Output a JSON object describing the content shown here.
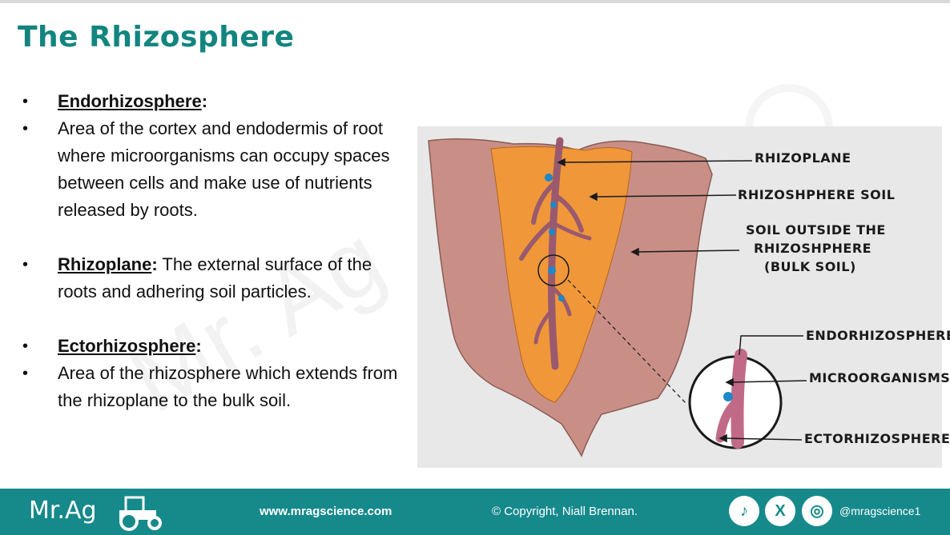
{
  "slide": {
    "title": "The Rhizosphere"
  },
  "bullets": [
    {
      "term": "Endorhizosphere",
      "suffix": ":",
      "text": ""
    },
    {
      "term": "",
      "suffix": "",
      "text": "Area of the cortex and endodermis of root where microorganisms can occupy spaces between cells and make use of nutrients released by roots."
    },
    {
      "term": "Rhizoplane",
      "suffix": ":",
      "text": " The external surface of the roots and adhering soil particles."
    },
    {
      "term": "Ectorhizosphere",
      "suffix": ":",
      "text": ""
    },
    {
      "term": "",
      "suffix": "",
      "text": "Area of the rhizosphere which extends from the rhizoplane to the bulk soil."
    }
  ],
  "figure": {
    "labels": {
      "rhizoplane": "RHIZOPLANE",
      "rhizosphere_soil": "RHIZOSHPHERE SOIL",
      "bulk_line1": "SOIL OUTSIDE THE",
      "bulk_line2": "RHIZOSHPHERE",
      "bulk_line3": "(BULK SOIL)",
      "endorhizosphere": "ENDORHIZOSPHERE",
      "microorganisms": "MICROORGANISMS",
      "ectorhizosphere": "ECTORHIZOSPHERE"
    },
    "colors": {
      "bulk_soil": "#c98f86",
      "rhizosphere_soil": "#f0973a",
      "root": "#9a5a6e",
      "microbe": "#1e88c8"
    }
  },
  "watermark": "Mr. Ag",
  "footer": {
    "logo": "Mr.Ag",
    "website": "www.mragscience.com",
    "copyright": "© Copyright, Niall Brennan.",
    "tiktok_glyph": "♪",
    "x_glyph": "X",
    "instagram_glyph": "◎",
    "handle": "@mragscience1"
  }
}
